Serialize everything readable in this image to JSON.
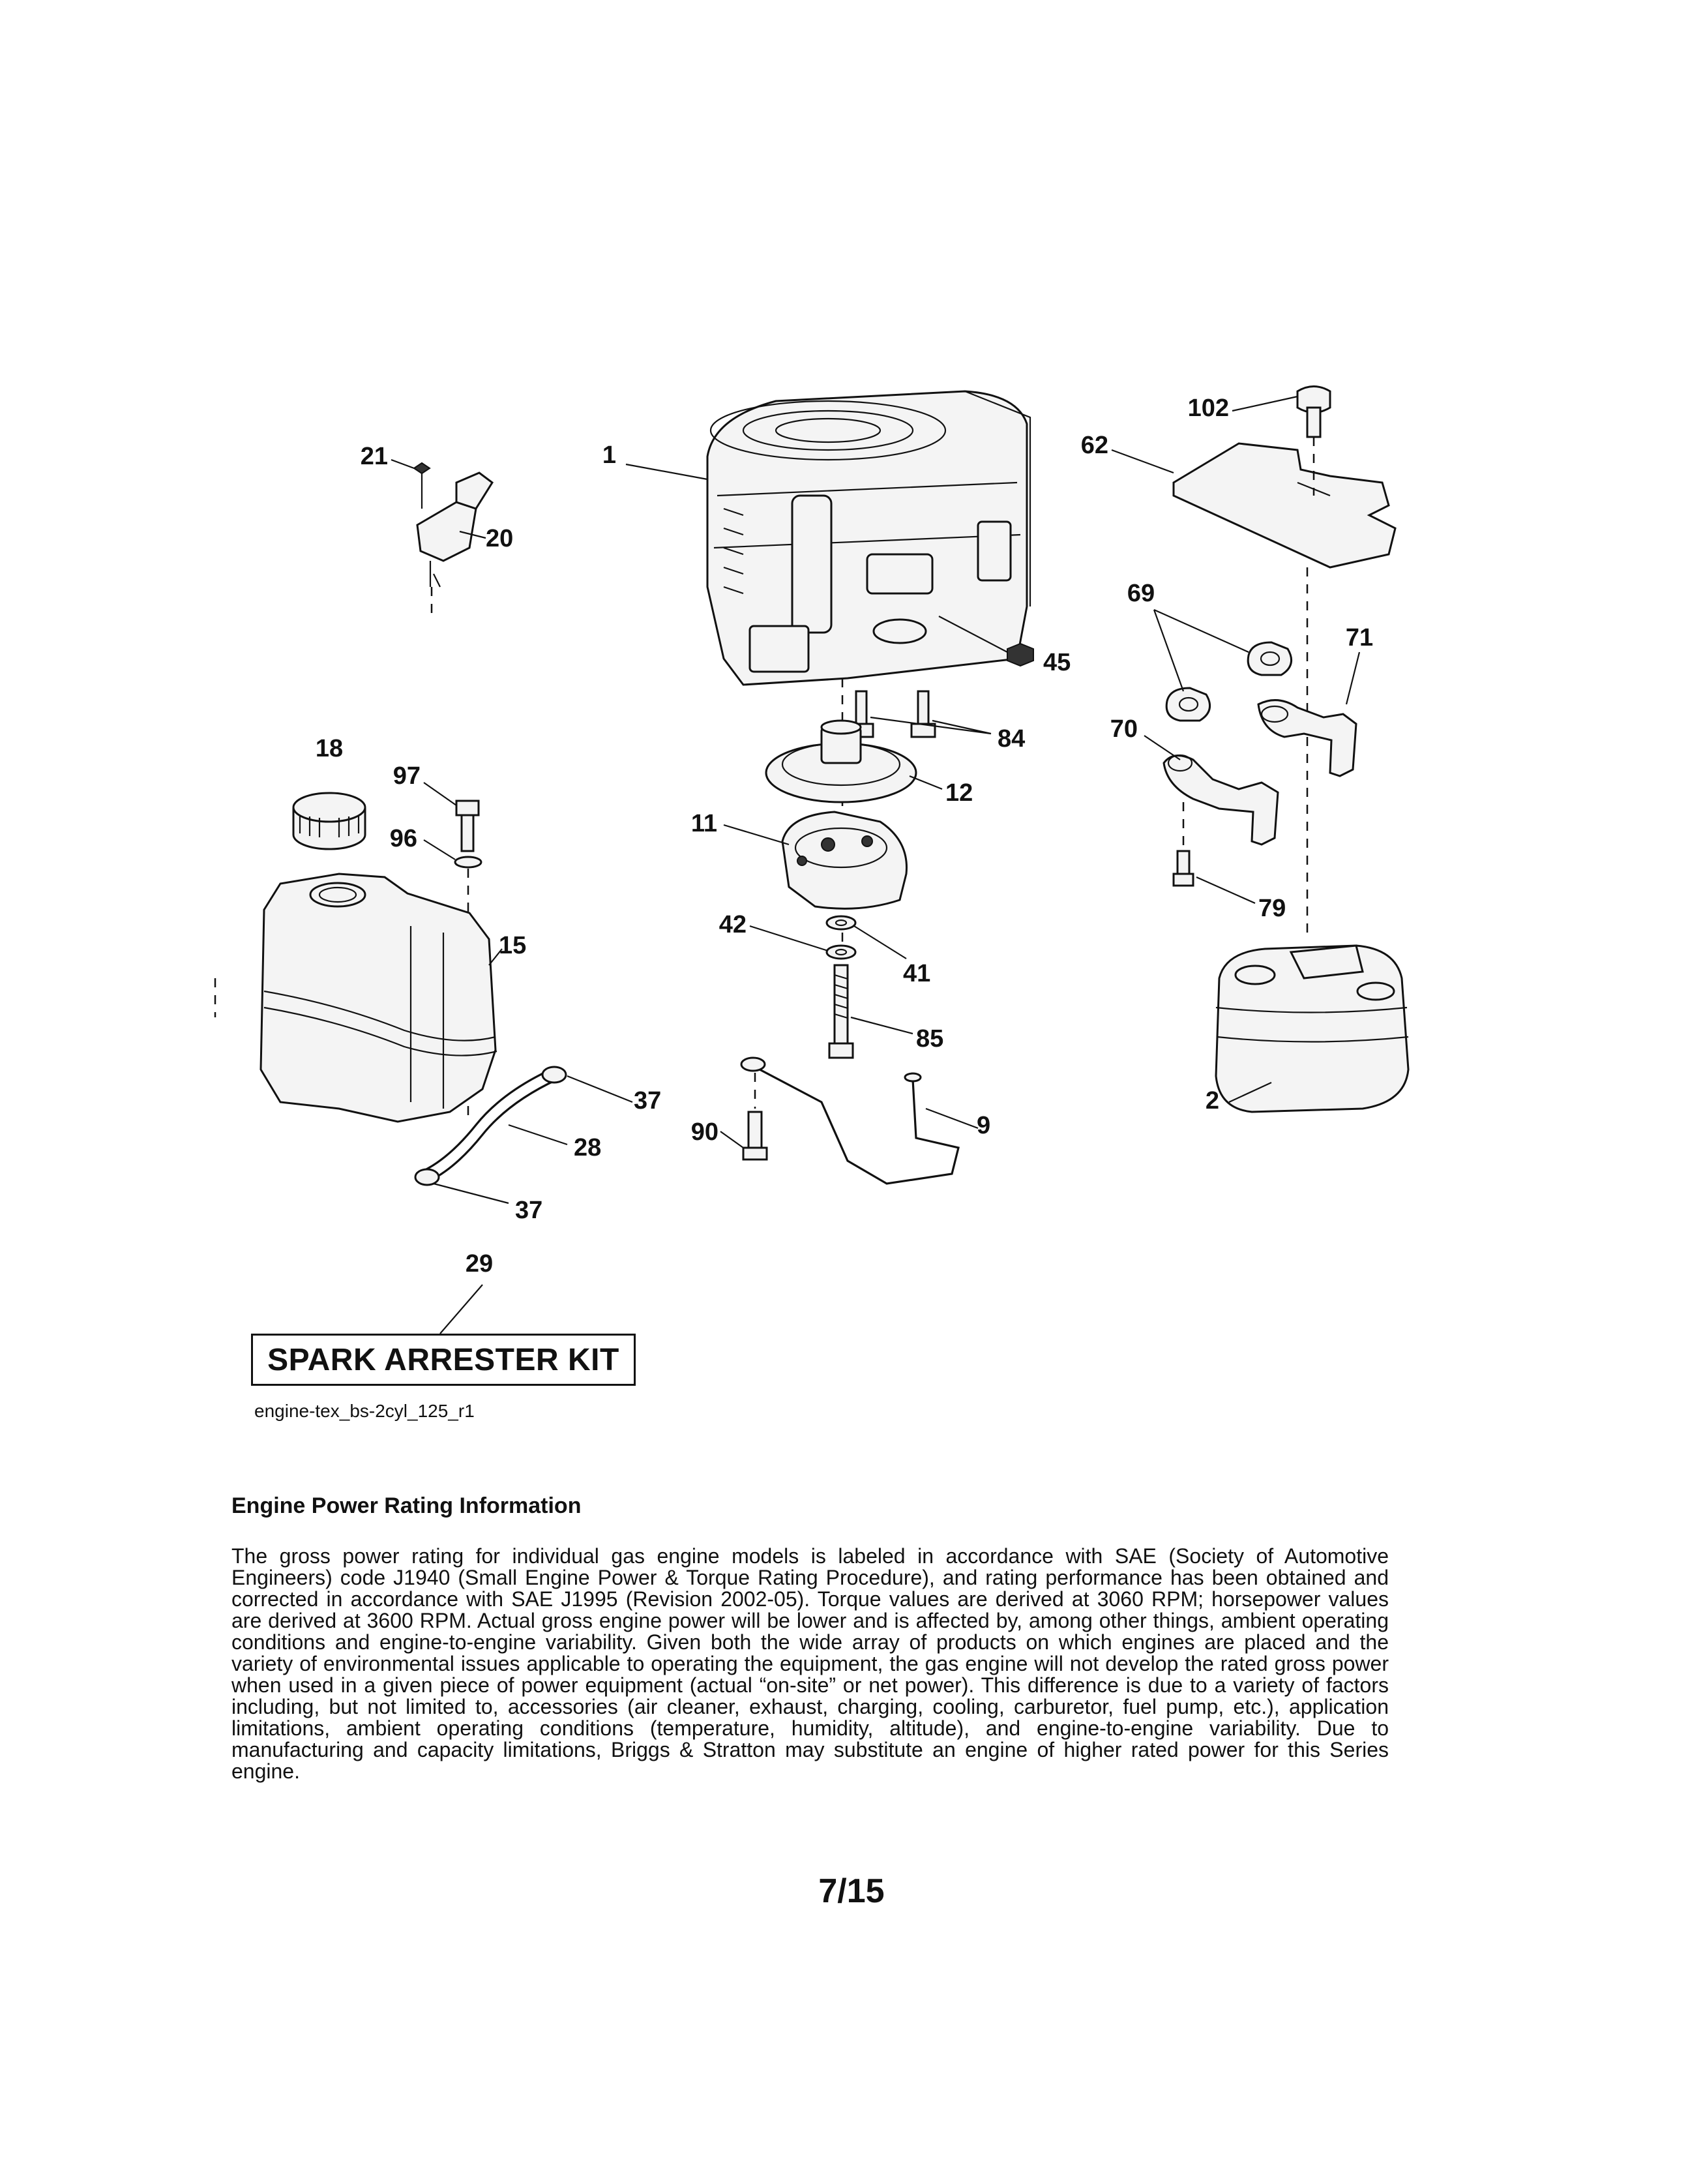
{
  "diagram": {
    "callouts": {
      "engine": "1",
      "muffler": "2",
      "fuel_line_bracket": "9",
      "clutch": "11",
      "pulley": "12",
      "fuel_tank": "15",
      "fuel_cap": "18",
      "choke_control": "20",
      "control_screw": "21",
      "fuel_hose": "28",
      "spark_arrester": "29",
      "clamp_upper": "37",
      "clamp_lower": "37",
      "washer_41": "41",
      "washer_42": "42",
      "nut_45": "45",
      "heat_shield": "62",
      "gasket": "69",
      "exhaust_pipe_left": "70",
      "exhaust_pipe_right": "71",
      "bolt_79": "79",
      "bolts_84": "84",
      "bolt_85": "85",
      "bolt_90": "90",
      "washer_96": "96",
      "bolt_97": "97",
      "bolt_102": "102"
    },
    "kit_label": "SPARK ARRESTER KIT",
    "diagram_id": "engine-tex_bs-2cyl_125_r1"
  },
  "rating": {
    "heading": "Engine Power Rating Information",
    "body": "The gross power rating for individual gas engine models is labeled in accordance with SAE (Society of Automotive Engineers) code J1940 (Small Engine Power & Torque Rating Procedure), and rating performance has been obtained and corrected in accordance with SAE J1995 (Revision 2002-05). Torque values are derived at 3060 RPM; horsepower values are derived at 3600 RPM. Actual gross engine power will be lower and is affected by, among other things, ambient operating conditions and engine-to-engine variability. Given both the wide array of products on which engines are placed and the variety of environmental issues applicable to operating the equipment, the gas engine will not develop the rated gross power when used in a given piece of power equipment (actual “on-site” or net power). This difference is due to a variety of factors including, but not limited to, accessories (air cleaner, exhaust, charging, cooling, carburetor, fuel pump, etc.), application limitations, ambient operating conditions (temperature, humidity, altitude), and engine-to-engine variability. Due to manufacturing and capacity limitations, Briggs & Stratton may substitute an engine of higher rated power for this Series engine."
  },
  "page": {
    "number": "7/15"
  }
}
